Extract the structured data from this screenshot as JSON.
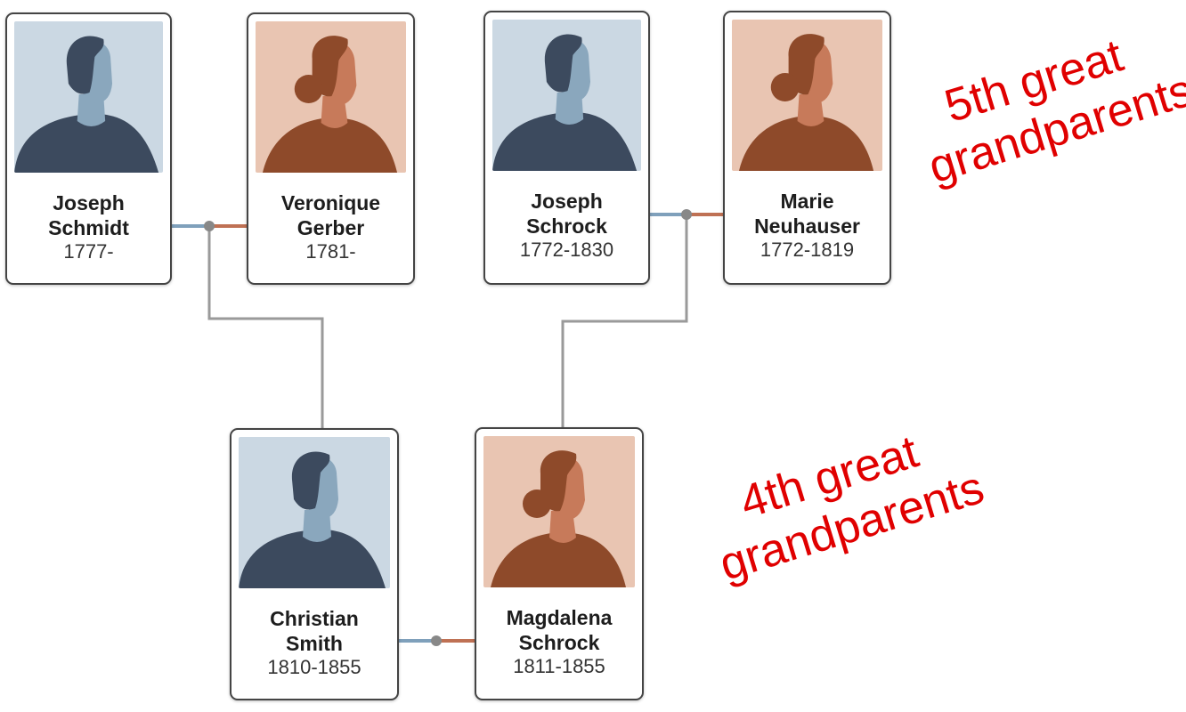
{
  "people": [
    {
      "first": "Joseph",
      "last": "Schmidt",
      "dates": "1777-",
      "gender": "male"
    },
    {
      "first": "Veronique",
      "last": "Gerber",
      "dates": "1781-",
      "gender": "female"
    },
    {
      "first": "Joseph",
      "last": "Schrock",
      "dates": "1772-1830",
      "gender": "male"
    },
    {
      "first": "Marie",
      "last": "Neuhauser",
      "dates": "1772-1819",
      "gender": "female"
    },
    {
      "first": "Christian",
      "last": "Smith",
      "dates": "1810-1855",
      "gender": "male"
    },
    {
      "first": "Magdalena",
      "last": "Schrock",
      "dates": "1811-1855",
      "gender": "female"
    }
  ],
  "labels": {
    "gen5_line1": "5th great",
    "gen5_line2": "grandparents",
    "gen4_line1": "4th great",
    "gen4_line2": "grandparents"
  },
  "colors": {
    "annotation": "#e00000",
    "male_bg": "#cbd8e3",
    "female_bg": "#e9c5b2",
    "connector": "#9a9a9a",
    "male_line": "#7fa0bb",
    "female_line": "#bf7154"
  }
}
